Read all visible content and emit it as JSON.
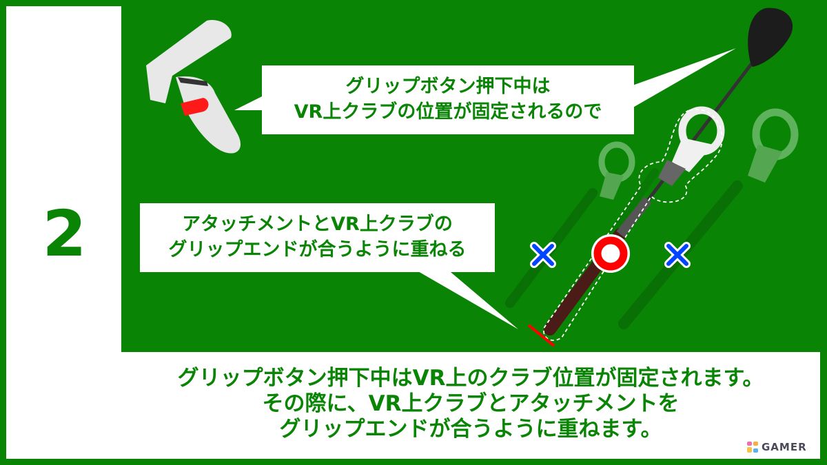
{
  "step": {
    "number": "2"
  },
  "callouts": {
    "top": {
      "line1": "グリップボタン押下中は",
      "line2": "VR上クラブの位置が固定されるので"
    },
    "middle": {
      "line1": "アタッチメントとVR上クラブの",
      "line2": "グリップエンドが合うように重ねる"
    }
  },
  "caption": {
    "line1": "グリップボタン押下中はVR上のクラブ位置が固定されます。",
    "line2": "その際に、VR上クラブとアタッチメントを",
    "line3": "グリップエンドが合うように重ねます。"
  },
  "markers": {
    "correct": {
      "icon": "circle-correct-icon",
      "color": "#ff0000"
    },
    "wrong_left": {
      "icon": "cross-wrong-icon",
      "color": "#0044ff"
    },
    "wrong_right": {
      "icon": "cross-wrong-icon",
      "color": "#0044ff"
    }
  },
  "watermark": {
    "text": "GAMER"
  },
  "colors": {
    "green": "#0a8405",
    "white": "#ffffff",
    "red": "#ff0000",
    "blue": "#0044ff"
  }
}
